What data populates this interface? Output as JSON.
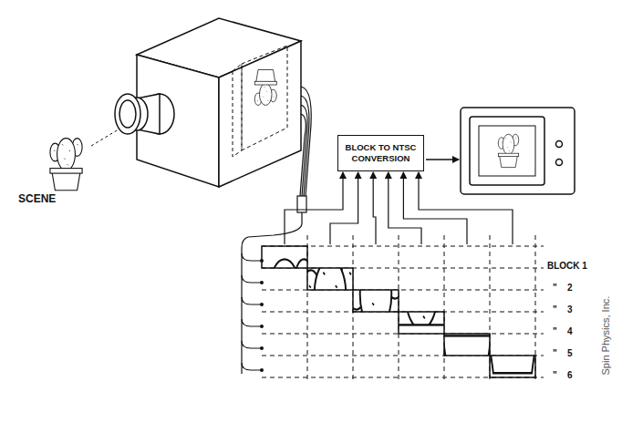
{
  "diagram": {
    "nodes": [
      {
        "text": [
          "BLOCK TO NTSC CONVERSION"
        ]
      }
    ],
    "labels": [
      "SCENE",
      "BLOCK 1",
      "\"",
      "2",
      "\"",
      "3",
      "\"",
      "4",
      "\"",
      "5",
      "\"",
      "6",
      "Spin Physics, Inc."
    ]
  }
}
